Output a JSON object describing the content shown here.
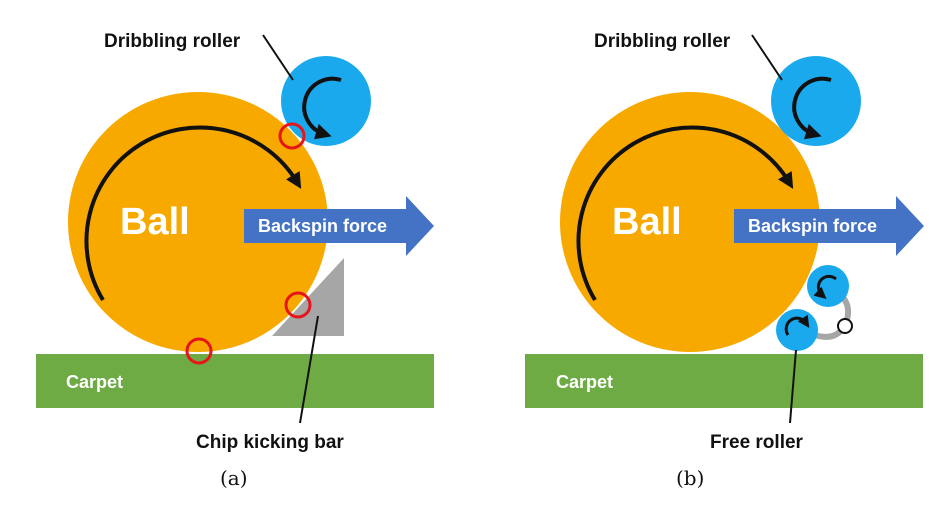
{
  "panels": [
    {
      "caption": "(a)",
      "dribbling_label": "Dribbling roller",
      "ball_label": "Ball",
      "force_label": "Backspin force",
      "carpet_label": "Carpet",
      "bottom_label": "Chip kicking bar"
    },
    {
      "caption": "(b)",
      "dribbling_label": "Dribbling roller",
      "ball_label": "Ball",
      "force_label": "Backspin force",
      "carpet_label": "Carpet",
      "bottom_label": "Free roller"
    }
  ],
  "colors": {
    "ball": "#F7A900",
    "roller": "#19A9EC",
    "force_arrow": "#4472C4",
    "carpet": "#6FAB45",
    "contact_marker": "#E8141B",
    "chip_bar": "#A6A6A6"
  }
}
